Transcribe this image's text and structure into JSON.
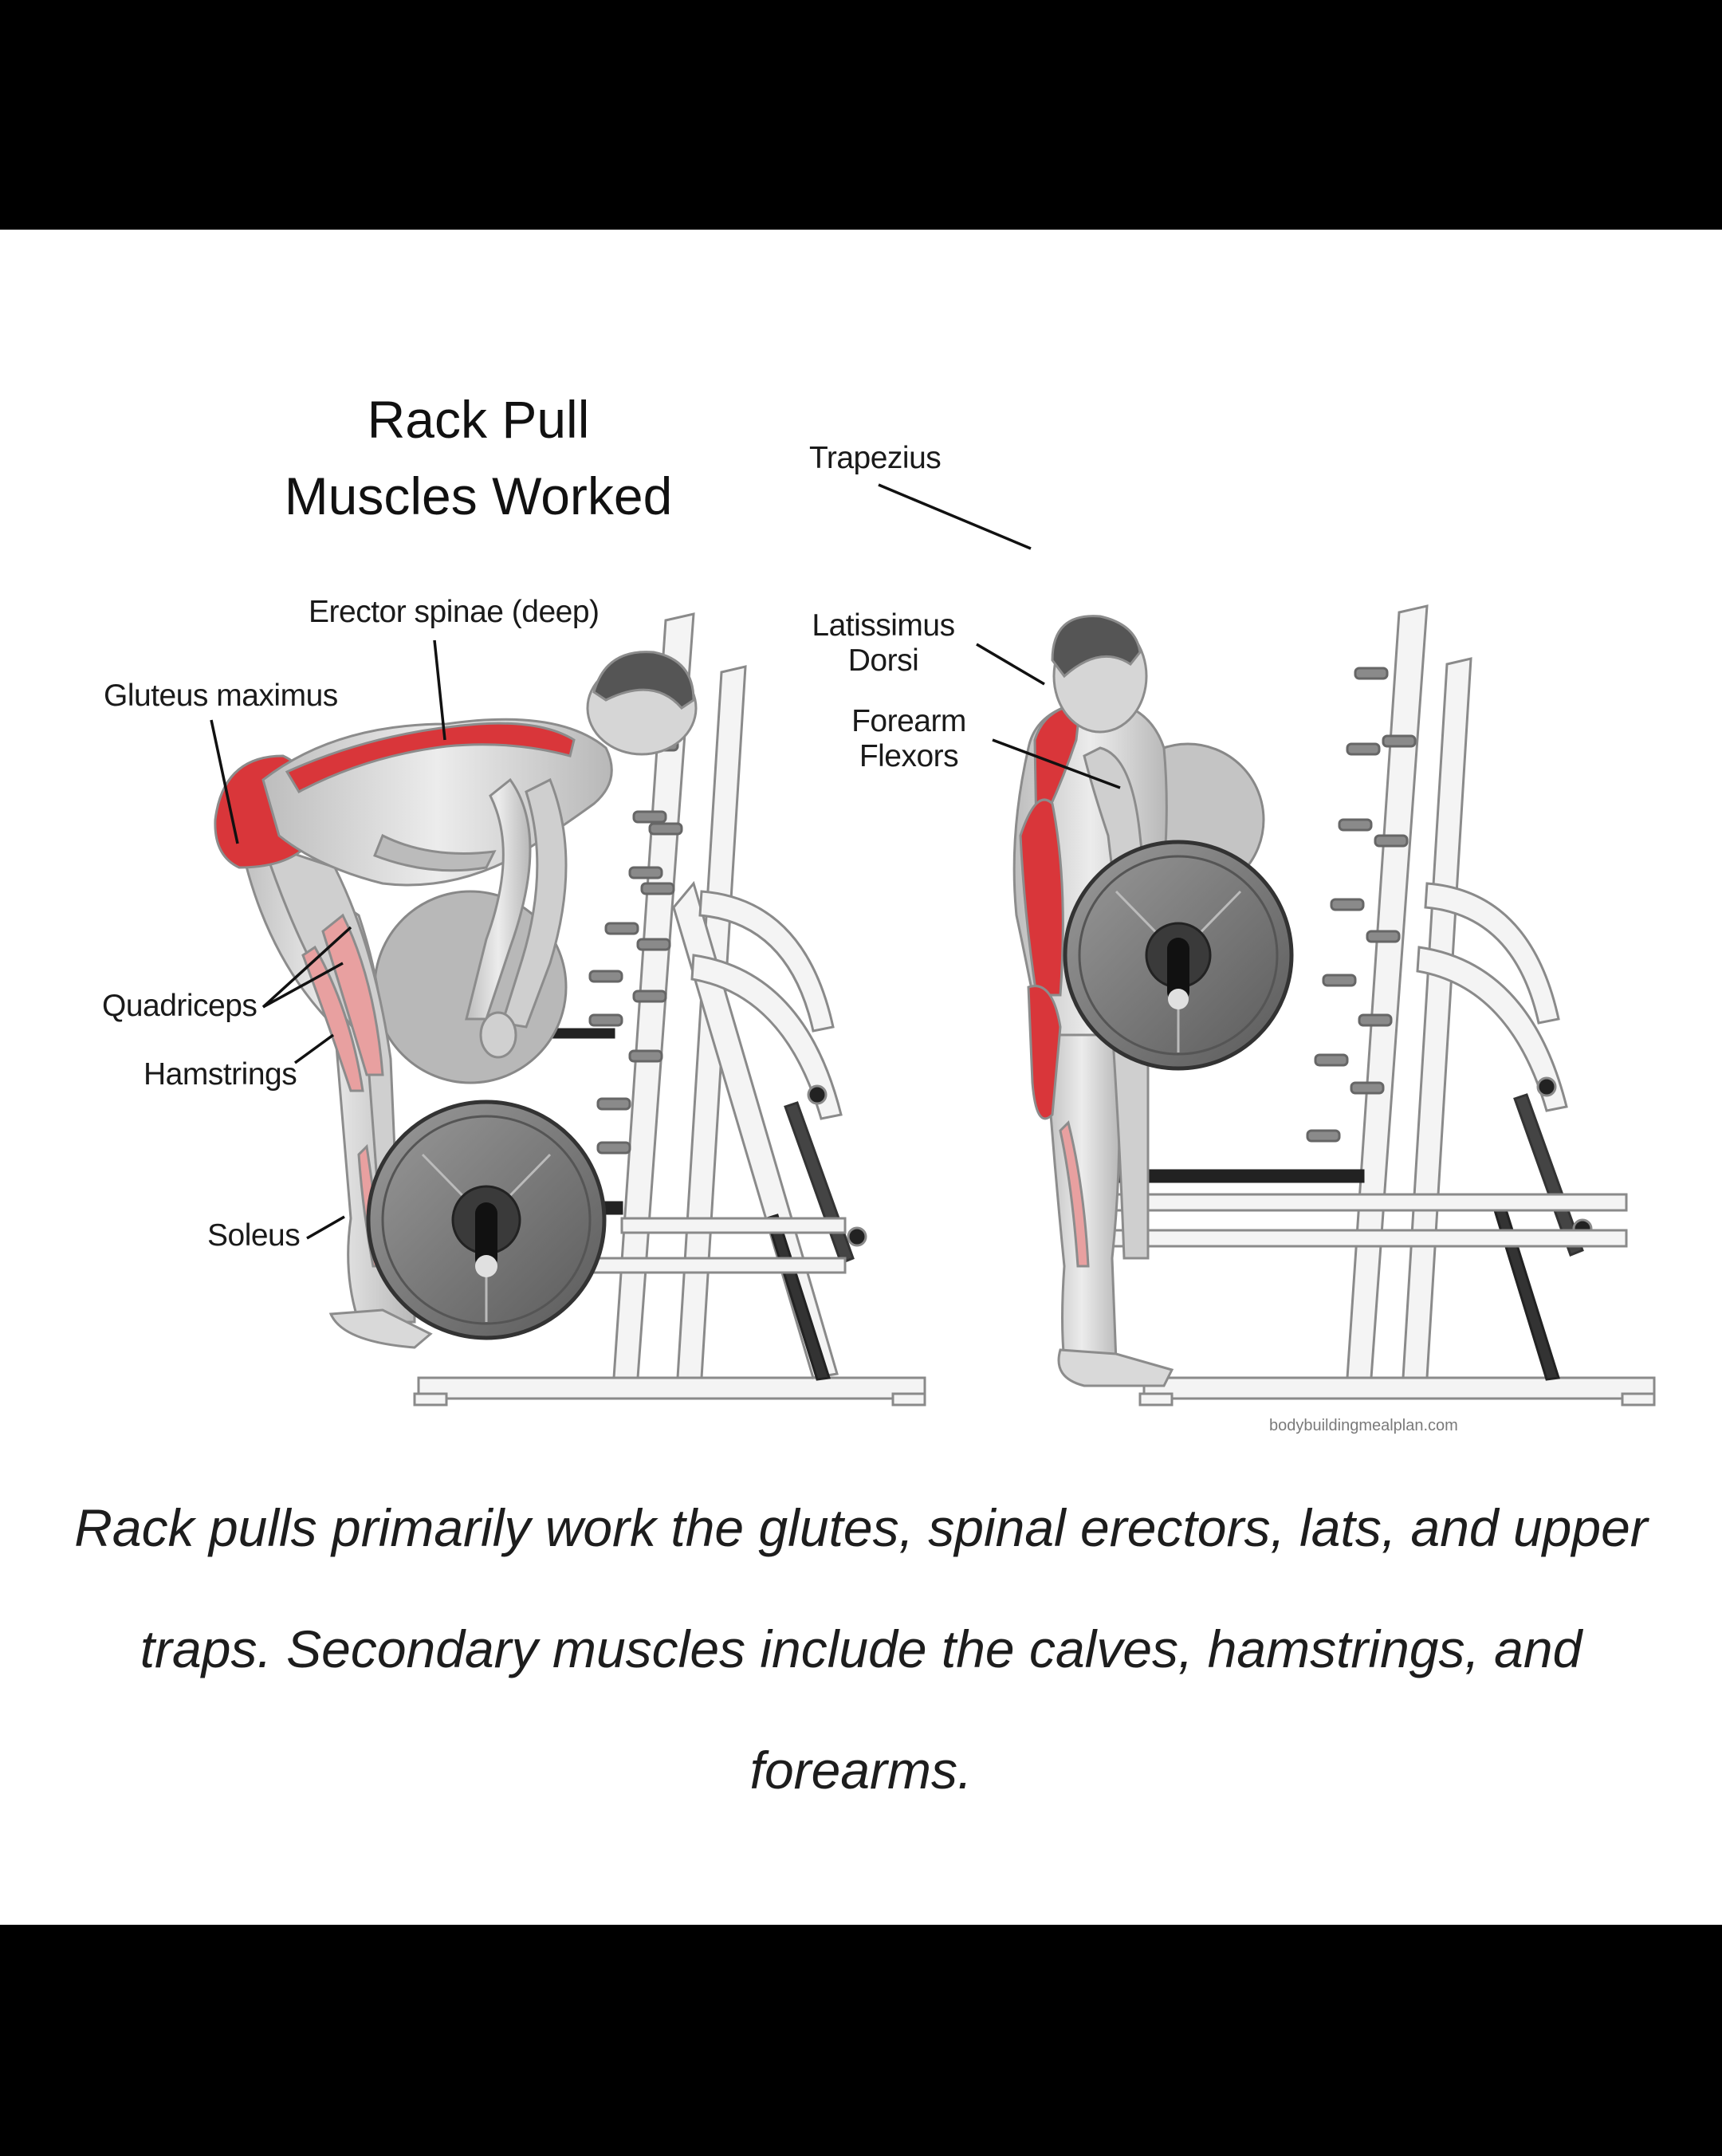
{
  "figure": {
    "title_line1": "Rack Pull",
    "title_line2": "Muscles Worked",
    "labels": {
      "erector_spinae": "Erector spinae (deep)",
      "gluteus_maximus": "Gluteus maximus",
      "quadriceps": "Quadriceps",
      "hamstrings": "Hamstrings",
      "soleus": "Soleus",
      "trapezius": "Trapezius",
      "latissimus_line1": "Latissimus",
      "latissimus_line2": "Dorsi",
      "forearm_line1": "Forearm",
      "forearm_line2": "Flexors"
    },
    "watermark": "bodybuildingmealplan.com",
    "colors": {
      "target_muscle": "#d9363a",
      "secondary_muscle": "#e8a0a0",
      "body": "#d4d4d4",
      "rack": "#f2f2f2",
      "plate": "#777777"
    }
  },
  "caption": "Rack pulls primarily work the glutes, spinal erectors, lats, and upper traps. Secondary muscles include the calves, hamstrings, and forearms."
}
